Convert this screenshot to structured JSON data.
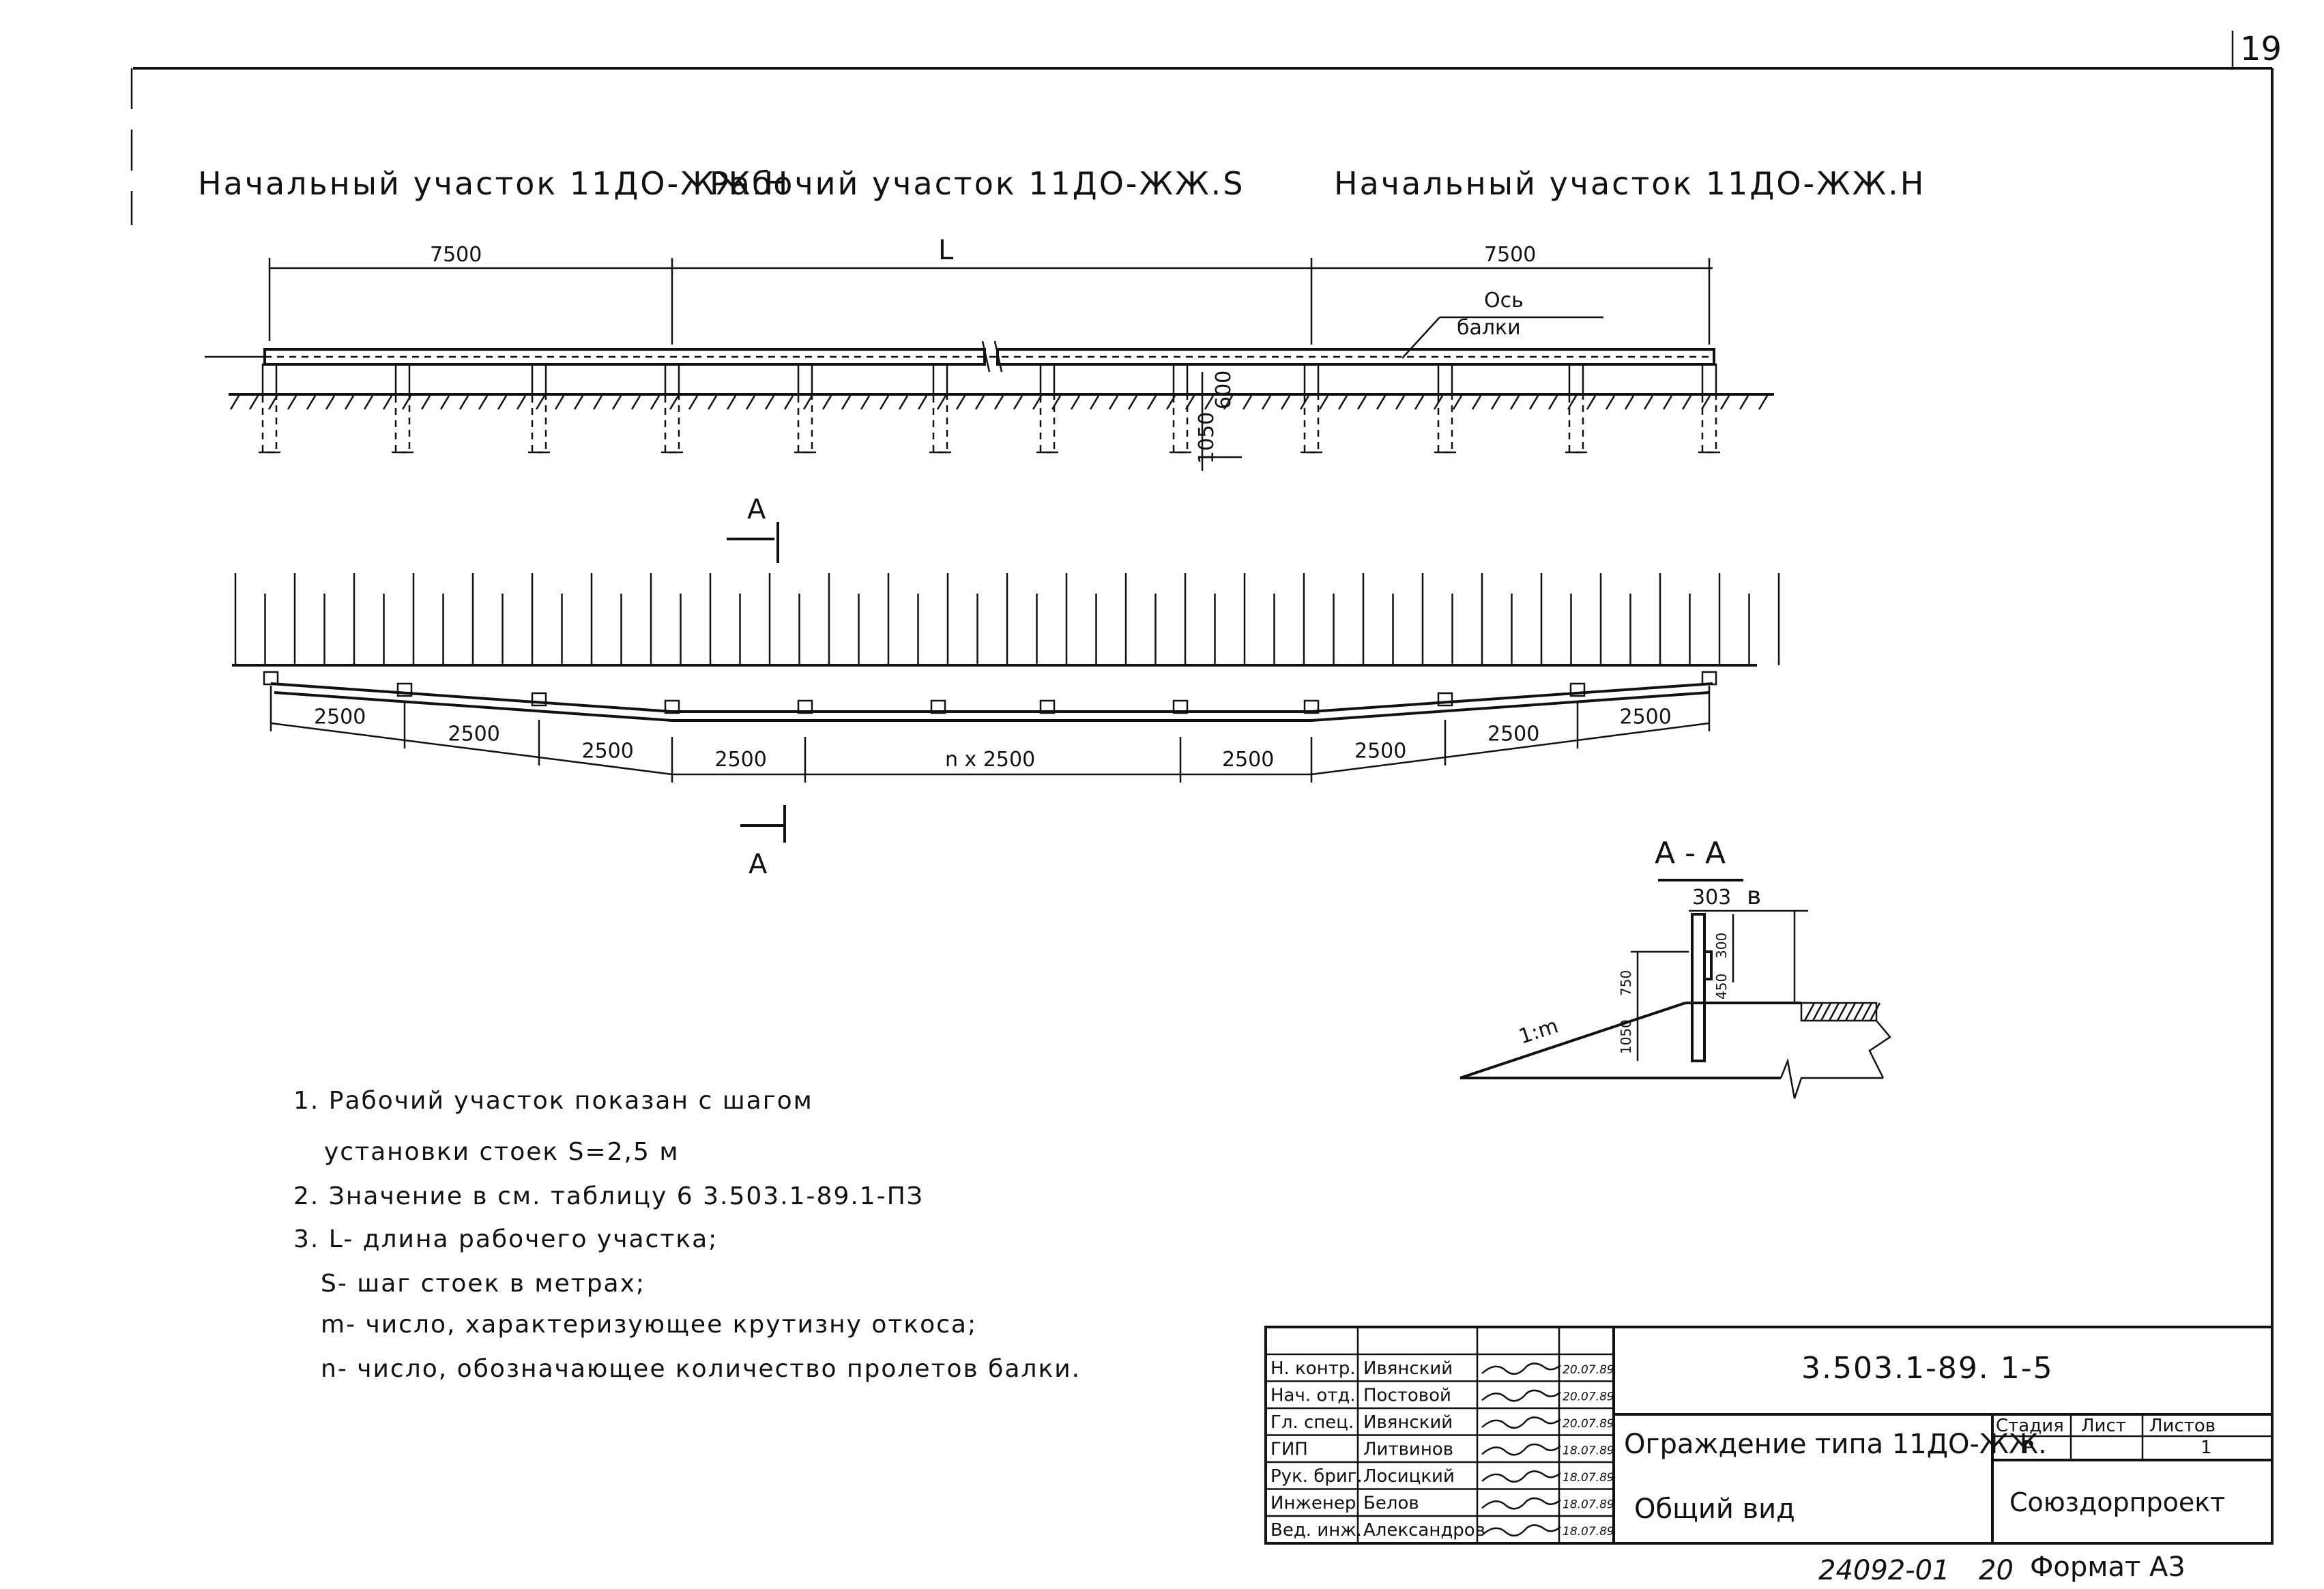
{
  "page_number": "19",
  "headings": {
    "left": "Начальный участок 11ДО-ЖЖ.Н",
    "middle": "Рабочий участок 11ДО-ЖЖ.S",
    "right": "Начальный участок 11ДО-ЖЖ.Н"
  },
  "elevation": {
    "dim_left": "7500",
    "dim_middle": "L",
    "dim_right": "7500",
    "axis_label_line1": "Ось",
    "axis_label_line2": "балки",
    "post_height_1": "1050",
    "post_height_2": "600"
  },
  "plan": {
    "section_mark": "А",
    "spans": [
      "2500",
      "2500",
      "2500",
      "2500",
      "n x 2500",
      "2500",
      "2500",
      "2500",
      "2500"
    ]
  },
  "section": {
    "title": "А - А",
    "dim_303": "303",
    "dim_b": "в",
    "dim_300": "300",
    "dim_750": "750",
    "dim_450": "450",
    "dim_1050": "1050",
    "slope": "1:m"
  },
  "notes": [
    "1. Рабочий участок показан с шагом",
    "установки стоек S=2,5 м",
    "2. Значение в см. таблицу 6 3.503.1-89.1-ПЗ",
    "3. L- длина рабочего участка;",
    "S- шаг стоек в метрах;",
    "m- число, характеризующее крутизну откоса;",
    "n- число, обозначающее количество пролетов балки."
  ],
  "title_block": {
    "doc_code": "3.503.1-89. 1-5",
    "title": "Ограждение типа 11ДО-ЖЖ.",
    "subtitle": "Общий вид",
    "org": "Союздорпроект",
    "col_stage": "Стадия",
    "col_sheet": "Лист",
    "col_sheets": "Листов",
    "stage": "Р",
    "sheet": "",
    "sheets": "1",
    "roles": [
      {
        "role": "Н. контр.",
        "name": "Ивянский",
        "date": "20.07.89"
      },
      {
        "role": "Нач. отд.",
        "name": "Постовой",
        "date": "20.07.89"
      },
      {
        "role": "Гл. спец.",
        "name": "Ивянский",
        "date": "20.07.89"
      },
      {
        "role": "ГИП",
        "name": "Литвинов",
        "date": "18.07.89"
      },
      {
        "role": "Рук. бриг.",
        "name": "Лосицкий",
        "date": "18.07.89"
      },
      {
        "role": "Инженер",
        "name": "Белов",
        "date": "18.07.89"
      },
      {
        "role": "Вед. инж.",
        "name": "Александров",
        "date": "18.07.89"
      }
    ]
  },
  "footer": {
    "inventory": "24092-01",
    "copy": "20",
    "format": "Формат А3"
  }
}
